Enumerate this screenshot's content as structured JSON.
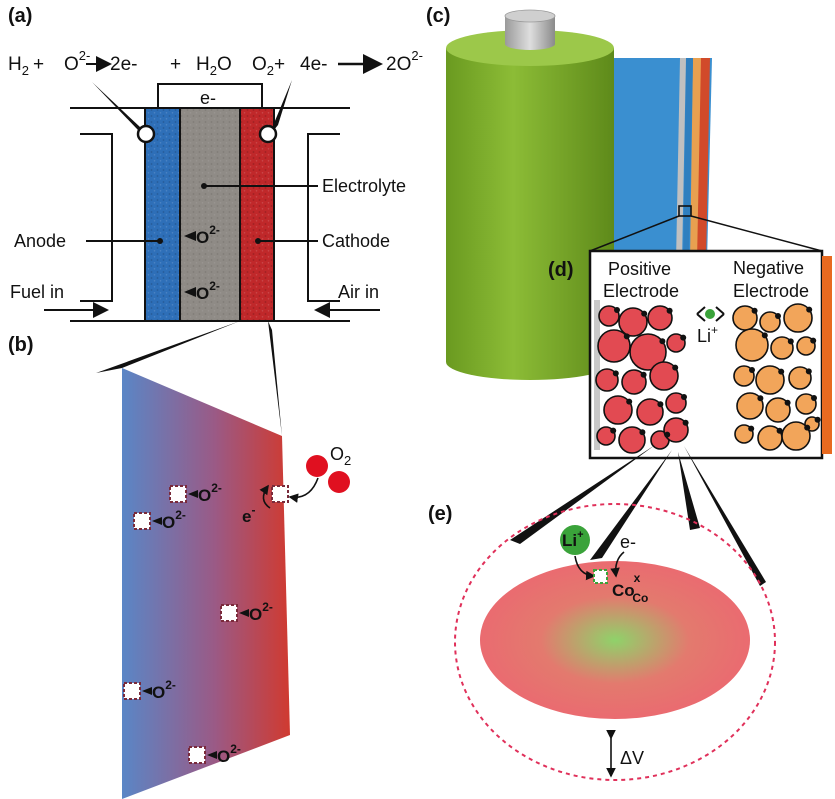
{
  "panels": {
    "a": "(a)",
    "b": "(b)",
    "c": "(c)",
    "d": "(d)",
    "e": "(e)"
  },
  "eq_anode": {
    "h2": "H",
    "h2_sub": "2",
    "plus1": "+",
    "o": "O",
    "o_sup": "2-",
    "two_e": "2e-",
    "plus2": "+",
    "h2o_h": "H",
    "h2o_sub": "2",
    "h2o_o": "O"
  },
  "eq_cathode": {
    "o2_o": "O",
    "o2_sub": "2",
    "plus": "+",
    "four_e": "4e-",
    "two_o": "2O",
    "two_o_sup": "2-"
  },
  "cell": {
    "electron": "e-",
    "electrolyte": "Electrolyte",
    "anode": "Anode",
    "cathode": "Cathode",
    "fuel_in": "Fuel in",
    "air_in": "Air in",
    "ion": "O",
    "ion_sup": "2-"
  },
  "panel_b": {
    "ion": "O",
    "ion_sup": "2-",
    "o2": "O",
    "o2_sub": "2",
    "electron": "e",
    "electron_sup": "-"
  },
  "panel_d": {
    "pos_line1": "Positive",
    "pos_line2": "Electrode",
    "neg_line1": "Negative",
    "neg_line2": "Electrode",
    "li": "Li",
    "li_sup": "+"
  },
  "panel_e": {
    "li": "Li",
    "li_sup": "+",
    "electron": "e-",
    "co": "Co",
    "co_sup": "x",
    "co_sub": "Co",
    "delta_v": "ΔV"
  },
  "colors": {
    "anode_blue": "#2e6fb8",
    "cathode_red": "#c0282a",
    "electrolyte_grey": "#8f8b86",
    "positive_particle": "#e24a52",
    "negative_particle": "#f2a55a",
    "can_green": "#7aa52a",
    "li_green": "#3aa33a"
  }
}
